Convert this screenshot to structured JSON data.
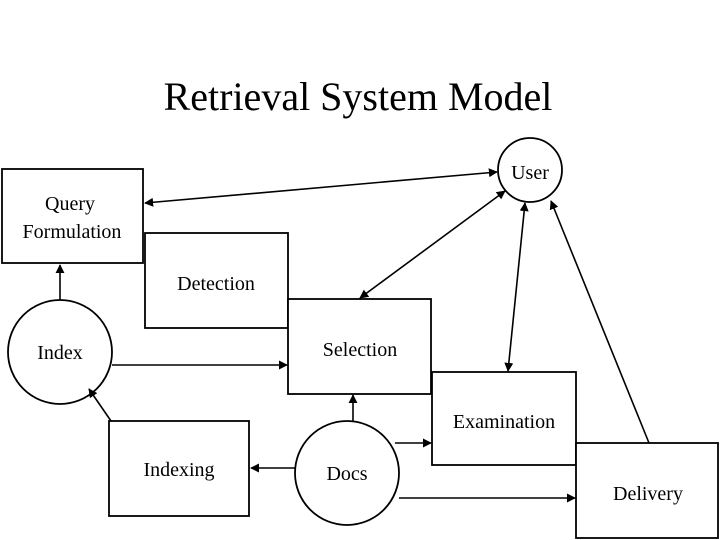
{
  "title": "Retrieval System Model",
  "nodes": {
    "query_formulation": {
      "line1": "Query",
      "line2": "Formulation"
    },
    "detection": "Detection",
    "index": "Index",
    "selection": "Selection",
    "examination": "Examination",
    "indexing": "Indexing",
    "docs": "Docs",
    "delivery": "Delivery",
    "user": "User"
  },
  "edges": [
    {
      "from": "User",
      "to": "Query Formulation",
      "direction": "both"
    },
    {
      "from": "User",
      "to": "Selection",
      "direction": "both"
    },
    {
      "from": "User",
      "to": "Examination",
      "direction": "both"
    },
    {
      "from": "Delivery",
      "to": "User",
      "direction": "forward"
    },
    {
      "from": "Index",
      "to": "Query Formulation",
      "direction": "forward"
    },
    {
      "from": "Index",
      "to": "Selection",
      "direction": "forward"
    },
    {
      "from": "Indexing",
      "to": "Index",
      "direction": "forward"
    },
    {
      "from": "Docs",
      "to": "Indexing",
      "direction": "forward"
    },
    {
      "from": "Docs",
      "to": "Selection",
      "direction": "forward"
    },
    {
      "from": "Docs",
      "to": "Examination",
      "direction": "forward"
    },
    {
      "from": "Docs",
      "to": "Delivery",
      "direction": "forward"
    }
  ]
}
